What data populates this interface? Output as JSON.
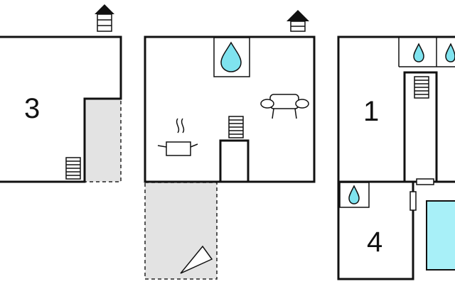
{
  "rooms": [
    {
      "number": "3"
    },
    {
      "number": "1"
    },
    {
      "number": "4"
    }
  ],
  "icons": {
    "entrance": "house-entrance-icon",
    "shower": "water-drop-icon",
    "sofa": "sofa-icon",
    "cooking": "cooking-pot-icon",
    "stairs": "stairs-icon",
    "pool": "swimming-pool"
  },
  "colors": {
    "walls": "#111111",
    "terrace": "#e3e3e3",
    "water": "#7fe3ef",
    "pool": "#a8f0f8"
  }
}
